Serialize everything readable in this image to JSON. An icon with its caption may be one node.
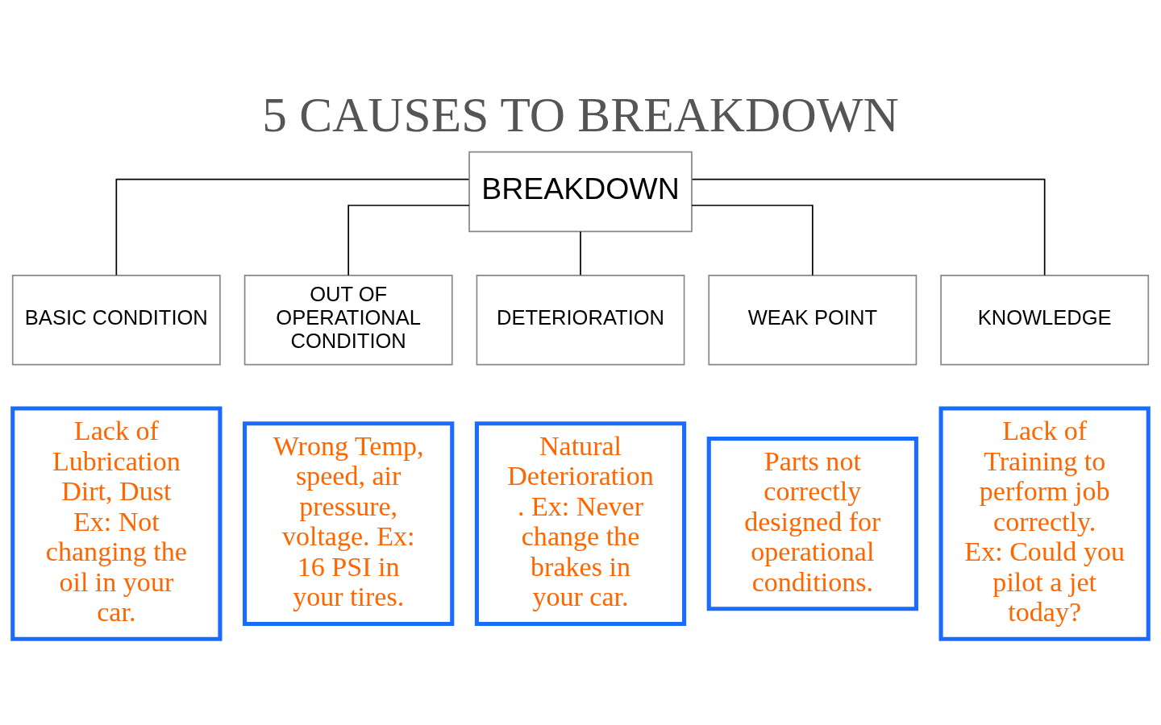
{
  "diagram": {
    "title": "5 CAUSES TO BREAKDOWN",
    "nodes": [
      {
        "text": [
          "BREAKDOWN"
        ]
      },
      {
        "text": [
          "BASIC CONDITION"
        ]
      },
      {
        "text": [
          "OUT OF OPERATIONAL CONDITION"
        ]
      },
      {
        "text": [
          "DETERIORATION"
        ]
      },
      {
        "text": [
          "WEAK POINT"
        ]
      },
      {
        "text": [
          "KNOWLEDGE"
        ]
      },
      {
        "text": [
          "Lack of Lubrication Dirt, Dust Ex: Not changing the oil in your car."
        ]
      },
      {
        "text": [
          "Wrong Temp, speed, air pressure, voltage. Ex: 16 PSI in your tires."
        ]
      },
      {
        "text": [
          "Natural Deterioration . Ex: Never change the brakes in your car."
        ]
      },
      {
        "text": [
          "Parts not correctly designed for operational conditions."
        ]
      },
      {
        "text": [
          "Lack of Training to perform job correctly. Ex: Could you pilot a jet today?"
        ]
      }
    ],
    "edges": [
      {
        "from": 0,
        "to": 1,
        "arrow": "none"
      },
      {
        "from": 0,
        "to": 2,
        "arrow": "none"
      },
      {
        "from": 0,
        "to": 3,
        "arrow": "none"
      },
      {
        "from": 0,
        "to": 4,
        "arrow": "none"
      },
      {
        "from": 0,
        "to": 5,
        "arrow": "none"
      }
    ]
  }
}
